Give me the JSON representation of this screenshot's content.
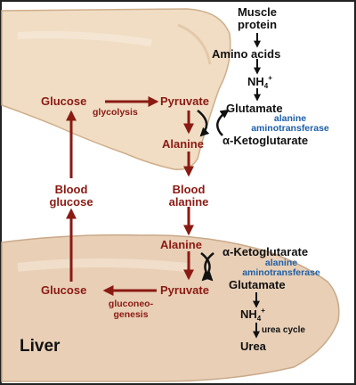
{
  "muscle": {
    "muscle_protein": [
      "Muscle",
      "protein"
    ],
    "amino_acids": "Amino acids",
    "nh4_top": {
      "base": "NH",
      "sub": "4",
      "sup": "+"
    },
    "glutamate": "Glutamate",
    "enzyme": [
      "alanine",
      "aminotransferase"
    ],
    "alpha_ketoglutarate": "α-Ketoglutarate",
    "glucose": "Glucose",
    "glycolysis": "glycolysis",
    "pyruvate": "Pyruvate",
    "alanine": "Alanine"
  },
  "blood": {
    "blood_glucose": [
      "Blood",
      "glucose"
    ],
    "blood_alanine": [
      "Blood",
      "alanine"
    ]
  },
  "liver": {
    "alanine": "Alanine",
    "alpha_ketoglutarate": "α-Ketoglutarate",
    "enzyme": [
      "alanine",
      "aminotransferase"
    ],
    "glutamate": "Glutamate",
    "pyruvate": "Pyruvate",
    "glucose": "Glucose",
    "gluconeogenesis": [
      "gluconeo-",
      "genesis"
    ],
    "nh4_bottom": {
      "base": "NH",
      "sub": "4",
      "sup": "+"
    },
    "urea_cycle": "urea cycle",
    "urea": "Urea",
    "organ_label": "Liver"
  },
  "colors": {
    "pathway_red": "#8b1a12",
    "enzyme_blue": "#1d5fa8",
    "tissue_fill": "#f0ddc4",
    "tissue_edge": "#cfae8b"
  }
}
